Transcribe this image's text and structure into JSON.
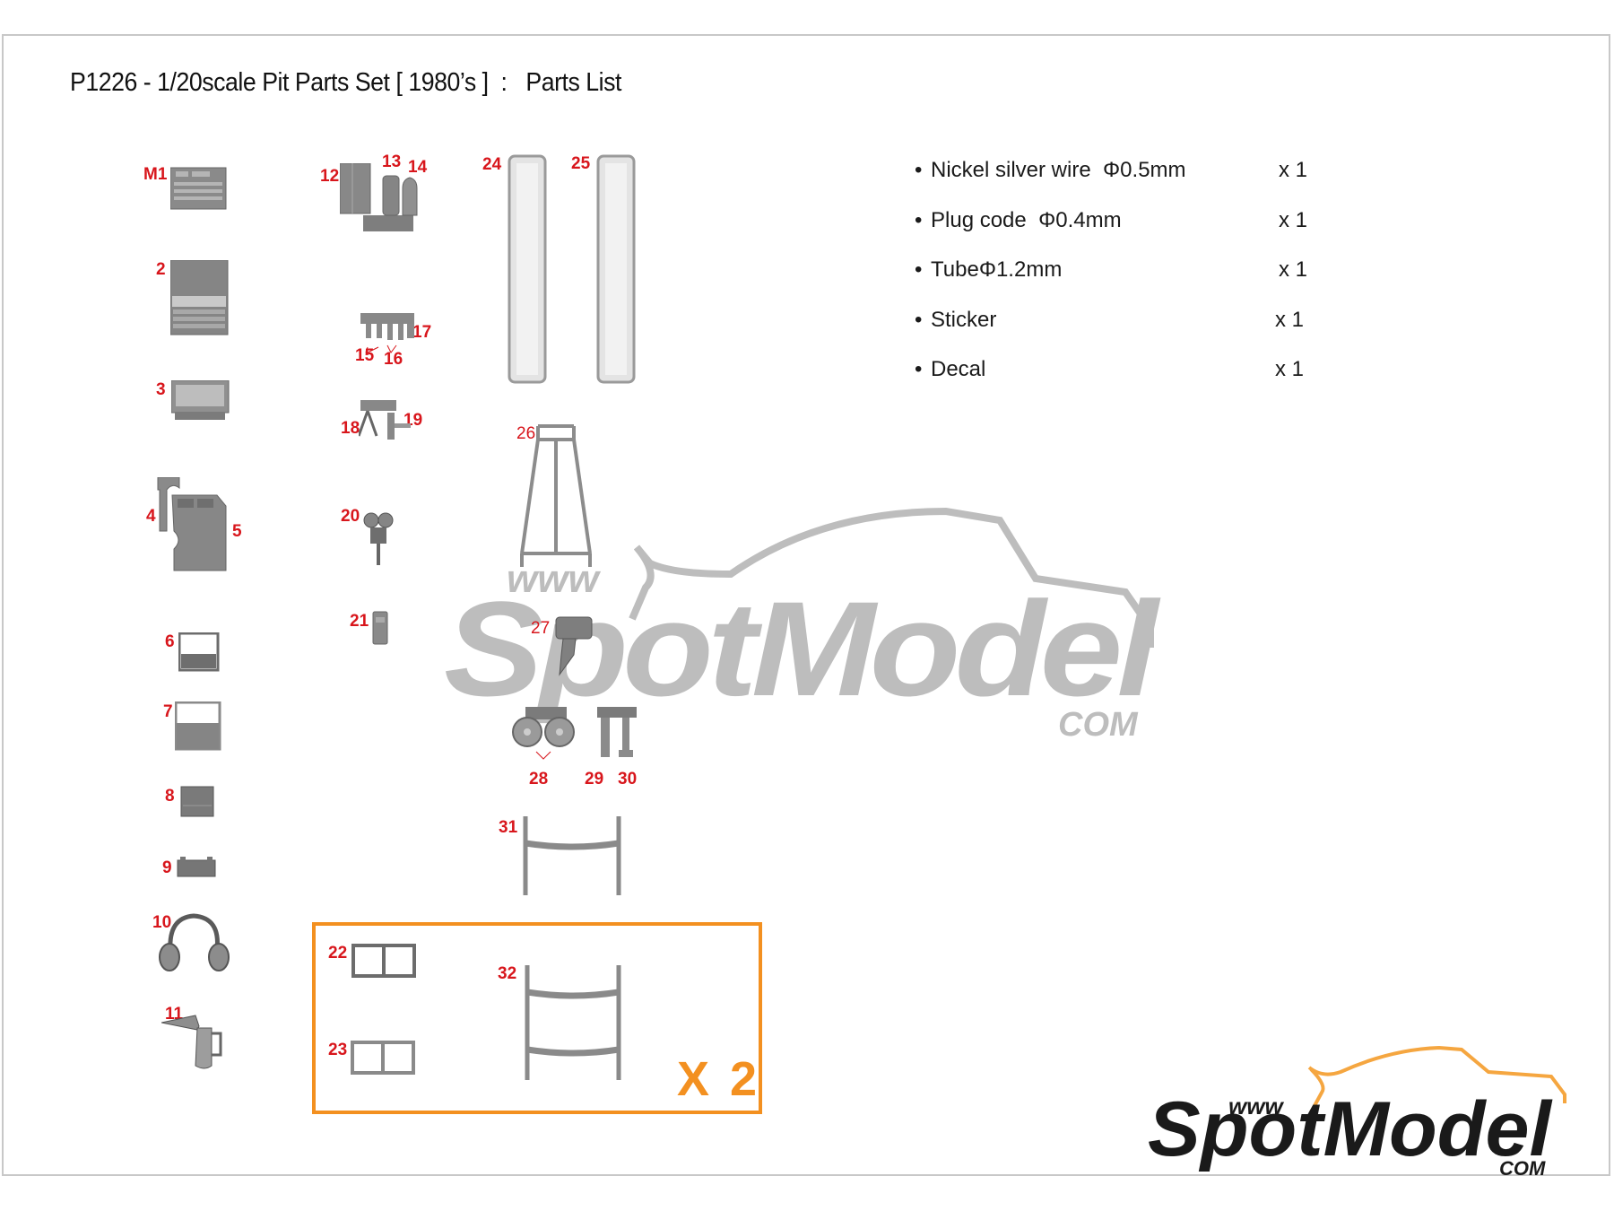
{
  "document": {
    "title": "P1226 - 1/20scale Pit Parts Set [ 1980’s ]  :   Parts List"
  },
  "parts_list": [
    {
      "bullet": "•",
      "name": "Nickel silver wire  Φ0.5mm",
      "qty": "x 1"
    },
    {
      "bullet": "•",
      "name": "Plug code  Φ0.4mm",
      "qty": "x 1"
    },
    {
      "bullet": "•",
      "name": "TubeΦ1.2mm",
      "qty": "x 1"
    },
    {
      "bullet": "•",
      "name": "Sticker",
      "qty": "x 1"
    },
    {
      "bullet": "•",
      "name": "Decal",
      "qty": "x 1"
    }
  ],
  "part_labels": {
    "m1": "M1",
    "p2": "2",
    "p3": "3",
    "p4": "4",
    "p5": "5",
    "p6": "6",
    "p7": "7",
    "p8": "8",
    "p9": "9",
    "p10": "10",
    "p11": "11",
    "p12": "12",
    "p13": "13",
    "p14": "14",
    "p15": "15",
    "p16": "16",
    "p17": "17",
    "p18": "18",
    "p19": "19",
    "p20": "20",
    "p21": "21",
    "p22": "22",
    "p23": "23",
    "p24": "24",
    "p25": "25",
    "p26": "26",
    "p27": "27",
    "p28": "28",
    "p29": "29",
    "p30": "30",
    "p31": "31",
    "p32": "32"
  },
  "multiplier_box": {
    "label": "X 2",
    "color": "#f39020"
  },
  "watermark": {
    "www": "www",
    "brand": "SpotModel",
    "tld": "COM",
    "color": "#bdbdbd"
  },
  "logo": {
    "www": "www",
    "brand": "SpotModel",
    "tld": "COM",
    "text_color": "#1a1a1a",
    "car_outline_color": "#f5a640"
  },
  "colors": {
    "label_red": "#d8161c",
    "part_gray": "#7d7d7d",
    "frame_border": "#c8c8c8"
  }
}
